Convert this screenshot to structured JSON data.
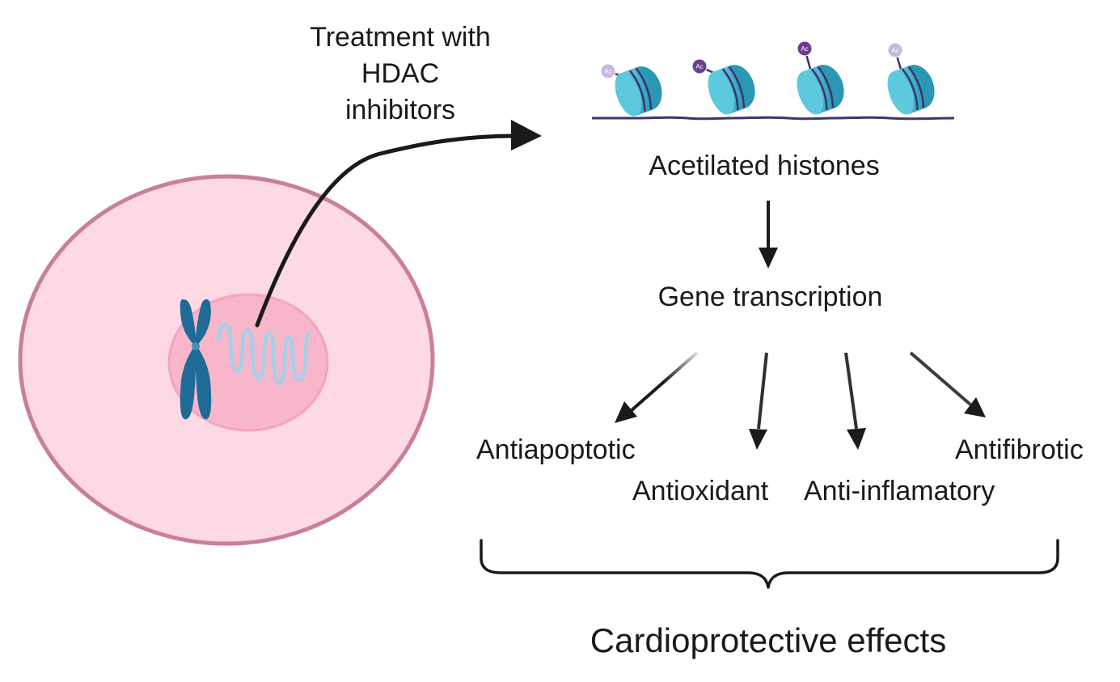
{
  "treatment": {
    "lines": [
      "Treatment with",
      "HDAC",
      "inhibitors"
    ]
  },
  "histones": {
    "label": "Acetilated histones",
    "nucleosomes": [
      {
        "tag": "Ac",
        "tag_color": "#c7b8de"
      },
      {
        "tag": "Ac",
        "tag_color": "#6a3d8f"
      },
      {
        "tag": "Ac",
        "tag_color": "#6a3d8f"
      },
      {
        "tag": "Ac",
        "tag_color": "#c7b8de"
      }
    ]
  },
  "gene_transcription": {
    "label": "Gene transcription"
  },
  "effects": [
    {
      "label": "Antiapoptotic"
    },
    {
      "label": "Antioxidant"
    },
    {
      "label": "Anti-inflamatory"
    },
    {
      "label": "Antifibrotic"
    }
  ],
  "summary": {
    "label": "Cardioprotective effects"
  },
  "colors": {
    "cell_fill": "#fdd9e3",
    "cell_border": "#c97f9a",
    "nucleus_fill": "#f8b6cb",
    "nucleus_border": "#f0a0b8",
    "chromosome": "#1f6b97",
    "dna_strand": "#9ec6df",
    "histone": "#3fb5cf",
    "dna_line": "#3a3470",
    "arrow": "#1a1a1a"
  }
}
